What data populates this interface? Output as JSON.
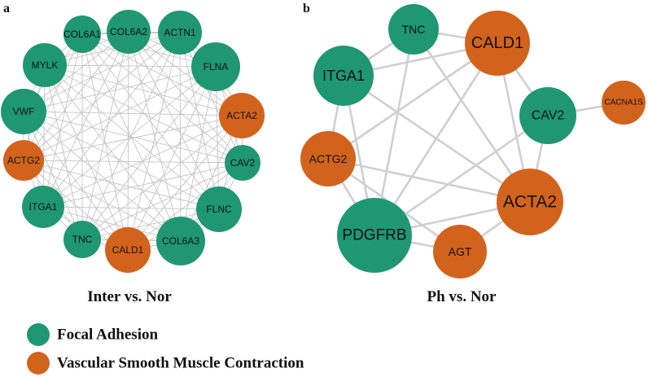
{
  "colors": {
    "focal": "#1f9772",
    "vsmc": "#d2631d"
  },
  "panel_a": {
    "letter": "a",
    "caption": "Inter vs. Nor",
    "nodes": [
      {
        "label": "COL6A2",
        "group": "focal"
      },
      {
        "label": "ACTN1",
        "group": "focal"
      },
      {
        "label": "FLNA",
        "group": "focal"
      },
      {
        "label": "ACTA2",
        "group": "vsmc"
      },
      {
        "label": "CAV2",
        "group": "focal"
      },
      {
        "label": "FLNC",
        "group": "focal"
      },
      {
        "label": "COL6A3",
        "group": "focal"
      },
      {
        "label": "CALD1",
        "group": "vsmc"
      },
      {
        "label": "TNC",
        "group": "focal"
      },
      {
        "label": "ITGA1",
        "group": "focal"
      },
      {
        "label": "ACTG2",
        "group": "vsmc"
      },
      {
        "label": "VWF",
        "group": "focal"
      },
      {
        "label": "MYLK",
        "group": "focal"
      },
      {
        "label": "COL6A1",
        "group": "focal"
      }
    ]
  },
  "panel_b": {
    "letter": "b",
    "caption": "Ph vs. Nor",
    "nodes": [
      {
        "id": "TNC",
        "label": "TNC",
        "group": "focal"
      },
      {
        "id": "CALD1",
        "label": "CALD1",
        "group": "vsmc"
      },
      {
        "id": "ITGA1",
        "label": "ITGA1",
        "group": "focal"
      },
      {
        "id": "CAV2",
        "label": "CAV2",
        "group": "focal"
      },
      {
        "id": "CACNA1S",
        "label": "CACNA1S",
        "group": "vsmc"
      },
      {
        "id": "ACTG2",
        "label": "ACTG2",
        "group": "vsmc"
      },
      {
        "id": "ACTA2",
        "label": "ACTA2",
        "group": "vsmc"
      },
      {
        "id": "PDGFRB",
        "label": "PDGFRB",
        "group": "focal"
      },
      {
        "id": "AGT",
        "label": "AGT",
        "group": "vsmc"
      }
    ],
    "edges": [
      [
        "TNC",
        "ITGA1"
      ],
      [
        "TNC",
        "CALD1"
      ],
      [
        "TNC",
        "ACTA2"
      ],
      [
        "TNC",
        "PDGFRB"
      ],
      [
        "ITGA1",
        "ACTG2"
      ],
      [
        "ITGA1",
        "PDGFRB"
      ],
      [
        "ITGA1",
        "ACTA2"
      ],
      [
        "ITGA1",
        "CALD1"
      ],
      [
        "CALD1",
        "ACTG2"
      ],
      [
        "CALD1",
        "CAV2"
      ],
      [
        "CALD1",
        "ACTA2"
      ],
      [
        "CALD1",
        "PDGFRB"
      ],
      [
        "CAV2",
        "CACNA1S"
      ],
      [
        "CAV2",
        "ACTA2"
      ],
      [
        "CAV2",
        "PDGFRB"
      ],
      [
        "ACTG2",
        "PDGFRB"
      ],
      [
        "ACTG2",
        "ACTA2"
      ],
      [
        "ACTG2",
        "AGT"
      ],
      [
        "PDGFRB",
        "ACTA2"
      ],
      [
        "PDGFRB",
        "AGT"
      ],
      [
        "AGT",
        "ACTA2"
      ]
    ]
  },
  "legend": [
    {
      "label": "Focal Adhesion",
      "group": "focal"
    },
    {
      "label": "Vascular Smooth Muscle Contraction",
      "group": "vsmc"
    }
  ]
}
